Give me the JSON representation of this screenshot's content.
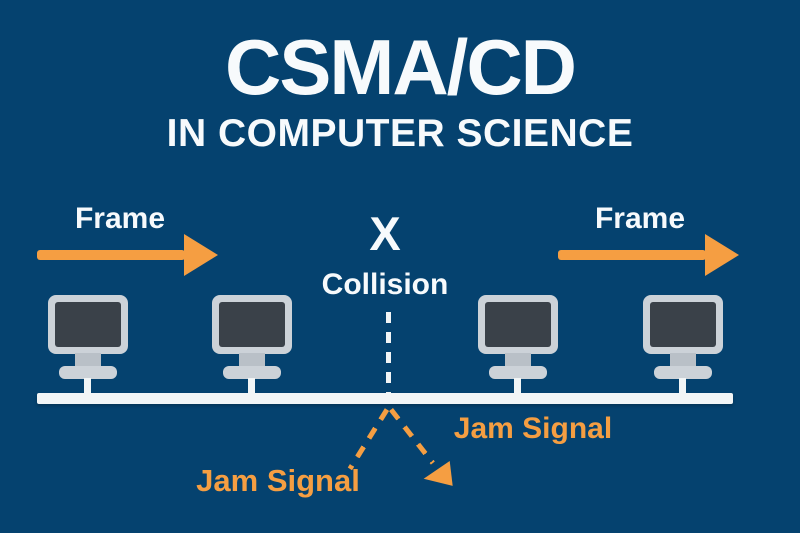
{
  "colors": {
    "background": "#05426f",
    "accent_orange": "#f59e42",
    "text_white": "#f7fafc",
    "monitor_frame": "#ccd2d8",
    "monitor_screen": "#3a4149",
    "monitor_stand": "#b9c0c7",
    "bus_white": "#f2f5f6"
  },
  "header": {
    "title": "CSMA/CD",
    "subtitle": "IN COMPUTER SCIENCE"
  },
  "diagram": {
    "frame_left_label": "Frame",
    "frame_right_label": "Frame",
    "collision_marker": "X",
    "collision_label": "Collision",
    "jam_signal_left_label": "Jam Signal",
    "jam_signal_right_label": "Jam Signal",
    "workstation_count": 4
  }
}
